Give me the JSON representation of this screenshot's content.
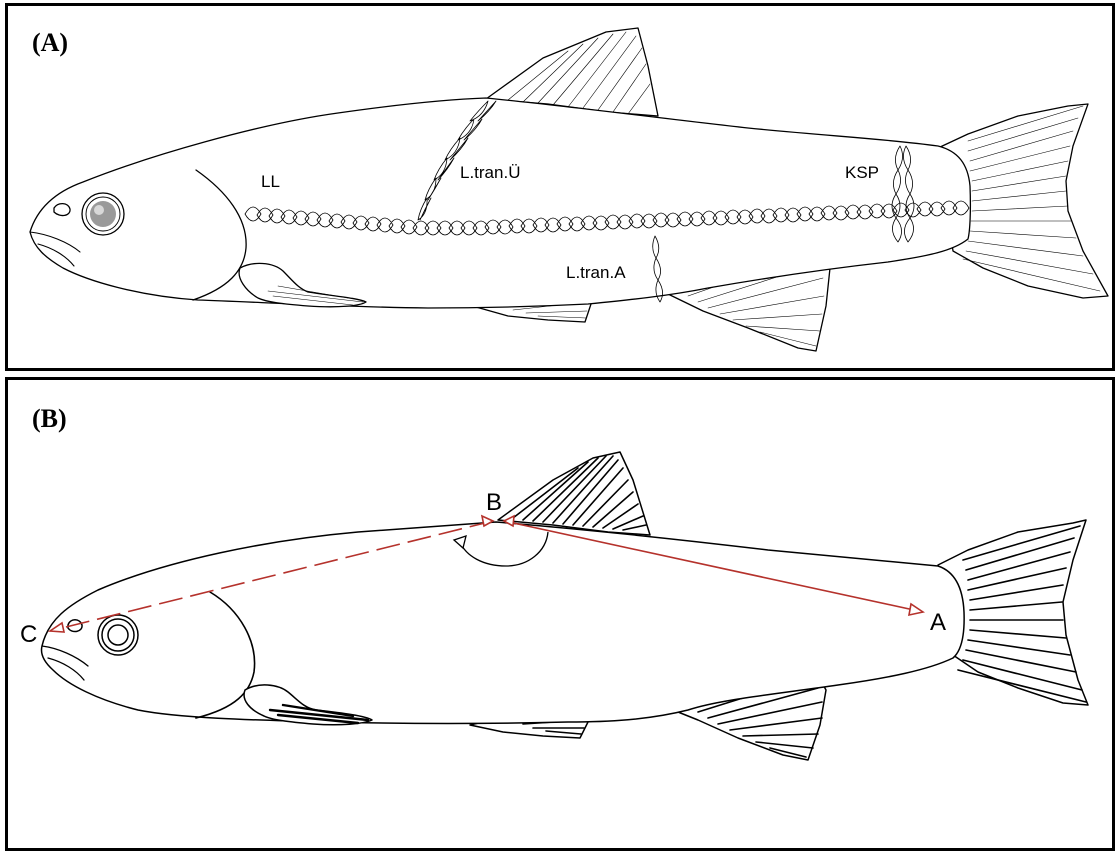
{
  "panel_a": {
    "label": "(A)",
    "annotations": {
      "ll": "LL",
      "l_tran_u": "L.tran.Ü",
      "ksp": "KSP",
      "l_tran_a": "L.tran.A"
    }
  },
  "panel_b": {
    "label": "(B)",
    "points": {
      "a": "A",
      "b": "B",
      "c": "C"
    }
  },
  "colors": {
    "outline": "#000000",
    "measure_line": "#b5322c"
  }
}
